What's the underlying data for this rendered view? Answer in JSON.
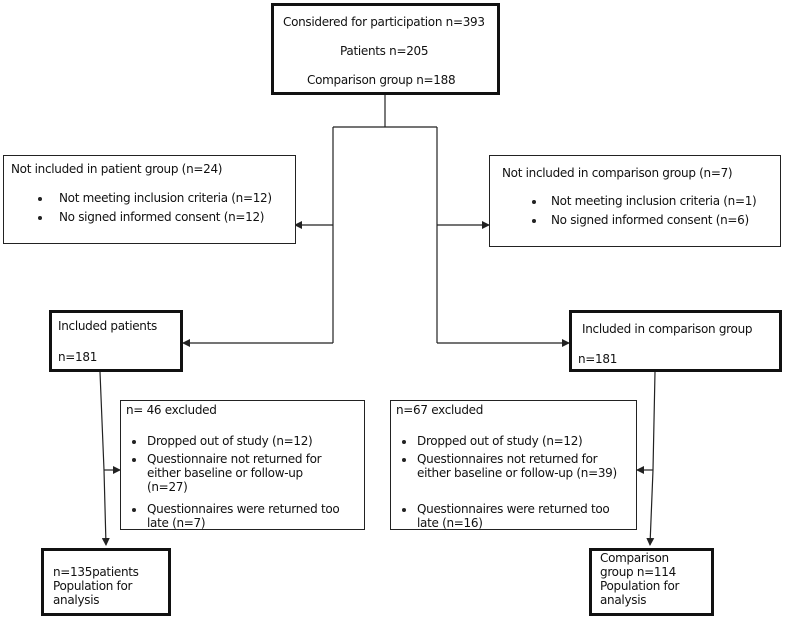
{
  "top": {
    "considered": "Considered for participation n=393",
    "patients": "Patients n=205",
    "comparison": "Comparison group n=188"
  },
  "not_included_patient": {
    "title": "Not included in patient group (n=24)",
    "items": [
      "Not meeting inclusion criteria (n=12)",
      "No signed informed consent (n=12)"
    ]
  },
  "not_included_comparison": {
    "title": "Not included in comparison group (n=7)",
    "items": [
      "Not meeting inclusion criteria (n=1)",
      "No signed informed consent (n=6)"
    ]
  },
  "included_patients": {
    "title": "Included patients",
    "n": "n=181"
  },
  "included_comparison": {
    "title": "Included in comparison group",
    "n": "n=181"
  },
  "excluded_patients": {
    "title": "n= 46 excluded",
    "items": [
      "Dropped out of study (n=12)",
      "Questionnaire not returned for either baseline or follow-up (n=27)",
      "Questionnaires were returned too late (n=7)"
    ]
  },
  "excluded_comparison": {
    "title": "n=67 excluded",
    "items": [
      "Dropped out of study (n=12)",
      "Questionnaires not returned for either baseline or follow-up (n=39)",
      "Questionnaires were returned too late (n=16)"
    ]
  },
  "final_patients": "n=135patients Population for analysis",
  "final_comparison": "Comparison group n=114 Population for analysis"
}
